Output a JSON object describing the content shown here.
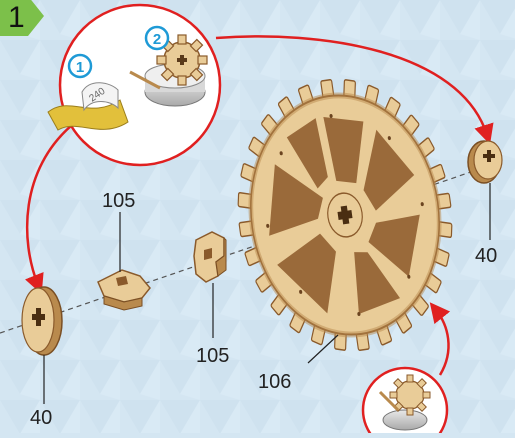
{
  "step": {
    "number": "1",
    "badge_color": "#7cc04a"
  },
  "callouts": [
    {
      "number": "1",
      "color": "#1e9ad6"
    },
    {
      "number": "2",
      "color": "#1e9ad6"
    }
  ],
  "sandpaper_text": "240",
  "parts": [
    {
      "label": "105",
      "part": "connector-vertical"
    },
    {
      "label": "105",
      "part": "connector-horizontal"
    },
    {
      "label": "106",
      "part": "gear-large"
    },
    {
      "label": "40",
      "part": "washer-left"
    },
    {
      "label": "40",
      "part": "washer-right"
    }
  ],
  "colors": {
    "background": "#d4e6f2",
    "wood_light": "#e9cc98",
    "wood_edge": "#b98a4d",
    "wood_dark": "#8a5a2b",
    "arrow_red": "#e02020",
    "callout_blue": "#1e9ad6",
    "step_green": "#7cc04a"
  }
}
